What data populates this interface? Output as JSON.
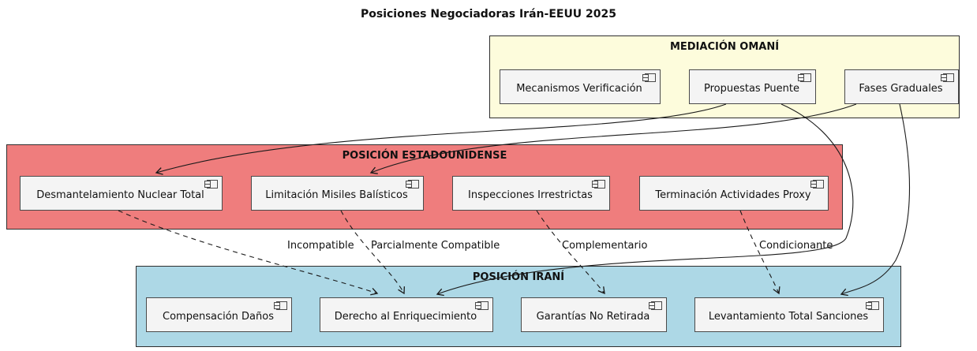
{
  "title": "Posiciones Negociadoras Irán-EEUU 2025",
  "packages": {
    "mediacion": {
      "label": "MEDIACIÓN OMANÍ",
      "color": "#fdfcdc",
      "components": [
        {
          "label": "Mecanismos Verificación"
        },
        {
          "label": "Propuestas Puente"
        },
        {
          "label": "Fases Graduales"
        }
      ]
    },
    "eeuu": {
      "label": "POSICIÓN ESTADOUNIDENSE",
      "color": "#ef7d7d",
      "components": [
        {
          "label": "Desmantelamiento Nuclear Total"
        },
        {
          "label": "Limitación Misiles Balísticos"
        },
        {
          "label": "Inspecciones Irrestrictas"
        },
        {
          "label": "Terminación Actividades Proxy"
        }
      ]
    },
    "iran": {
      "label": "POSICIÓN IRANÍ",
      "color": "#add8e6",
      "components": [
        {
          "label": "Compensación Daños"
        },
        {
          "label": "Derecho al Enriquecimiento"
        },
        {
          "label": "Garantías No Retirada"
        },
        {
          "label": "Levantamiento Total Sanciones"
        }
      ]
    }
  },
  "edges": [
    {
      "from": "Propuestas Puente",
      "to": "Desmantelamiento Nuclear Total",
      "style": "solid",
      "label": ""
    },
    {
      "from": "Fases Graduales",
      "to": "Limitación Misiles Balísticos",
      "style": "solid",
      "label": ""
    },
    {
      "from": "Propuestas Puente",
      "to": "Derecho al Enriquecimiento",
      "style": "solid",
      "label": ""
    },
    {
      "from": "Fases Graduales",
      "to": "Levantamiento Total Sanciones",
      "style": "solid",
      "label": ""
    },
    {
      "from": "Desmantelamiento Nuclear Total",
      "to": "Derecho al Enriquecimiento",
      "style": "dashed",
      "label": "Incompatible"
    },
    {
      "from": "Limitación Misiles Balísticos",
      "to": "Derecho al Enriquecimiento",
      "style": "dashed",
      "label": "Parcialmente Compatible"
    },
    {
      "from": "Inspecciones Irrestrictas",
      "to": "Garantías No Retirada",
      "style": "dashed",
      "label": "Complementario"
    },
    {
      "from": "Terminación Actividades Proxy",
      "to": "Levantamiento Total Sanciones",
      "style": "dashed",
      "label": "Condicionante"
    }
  ]
}
